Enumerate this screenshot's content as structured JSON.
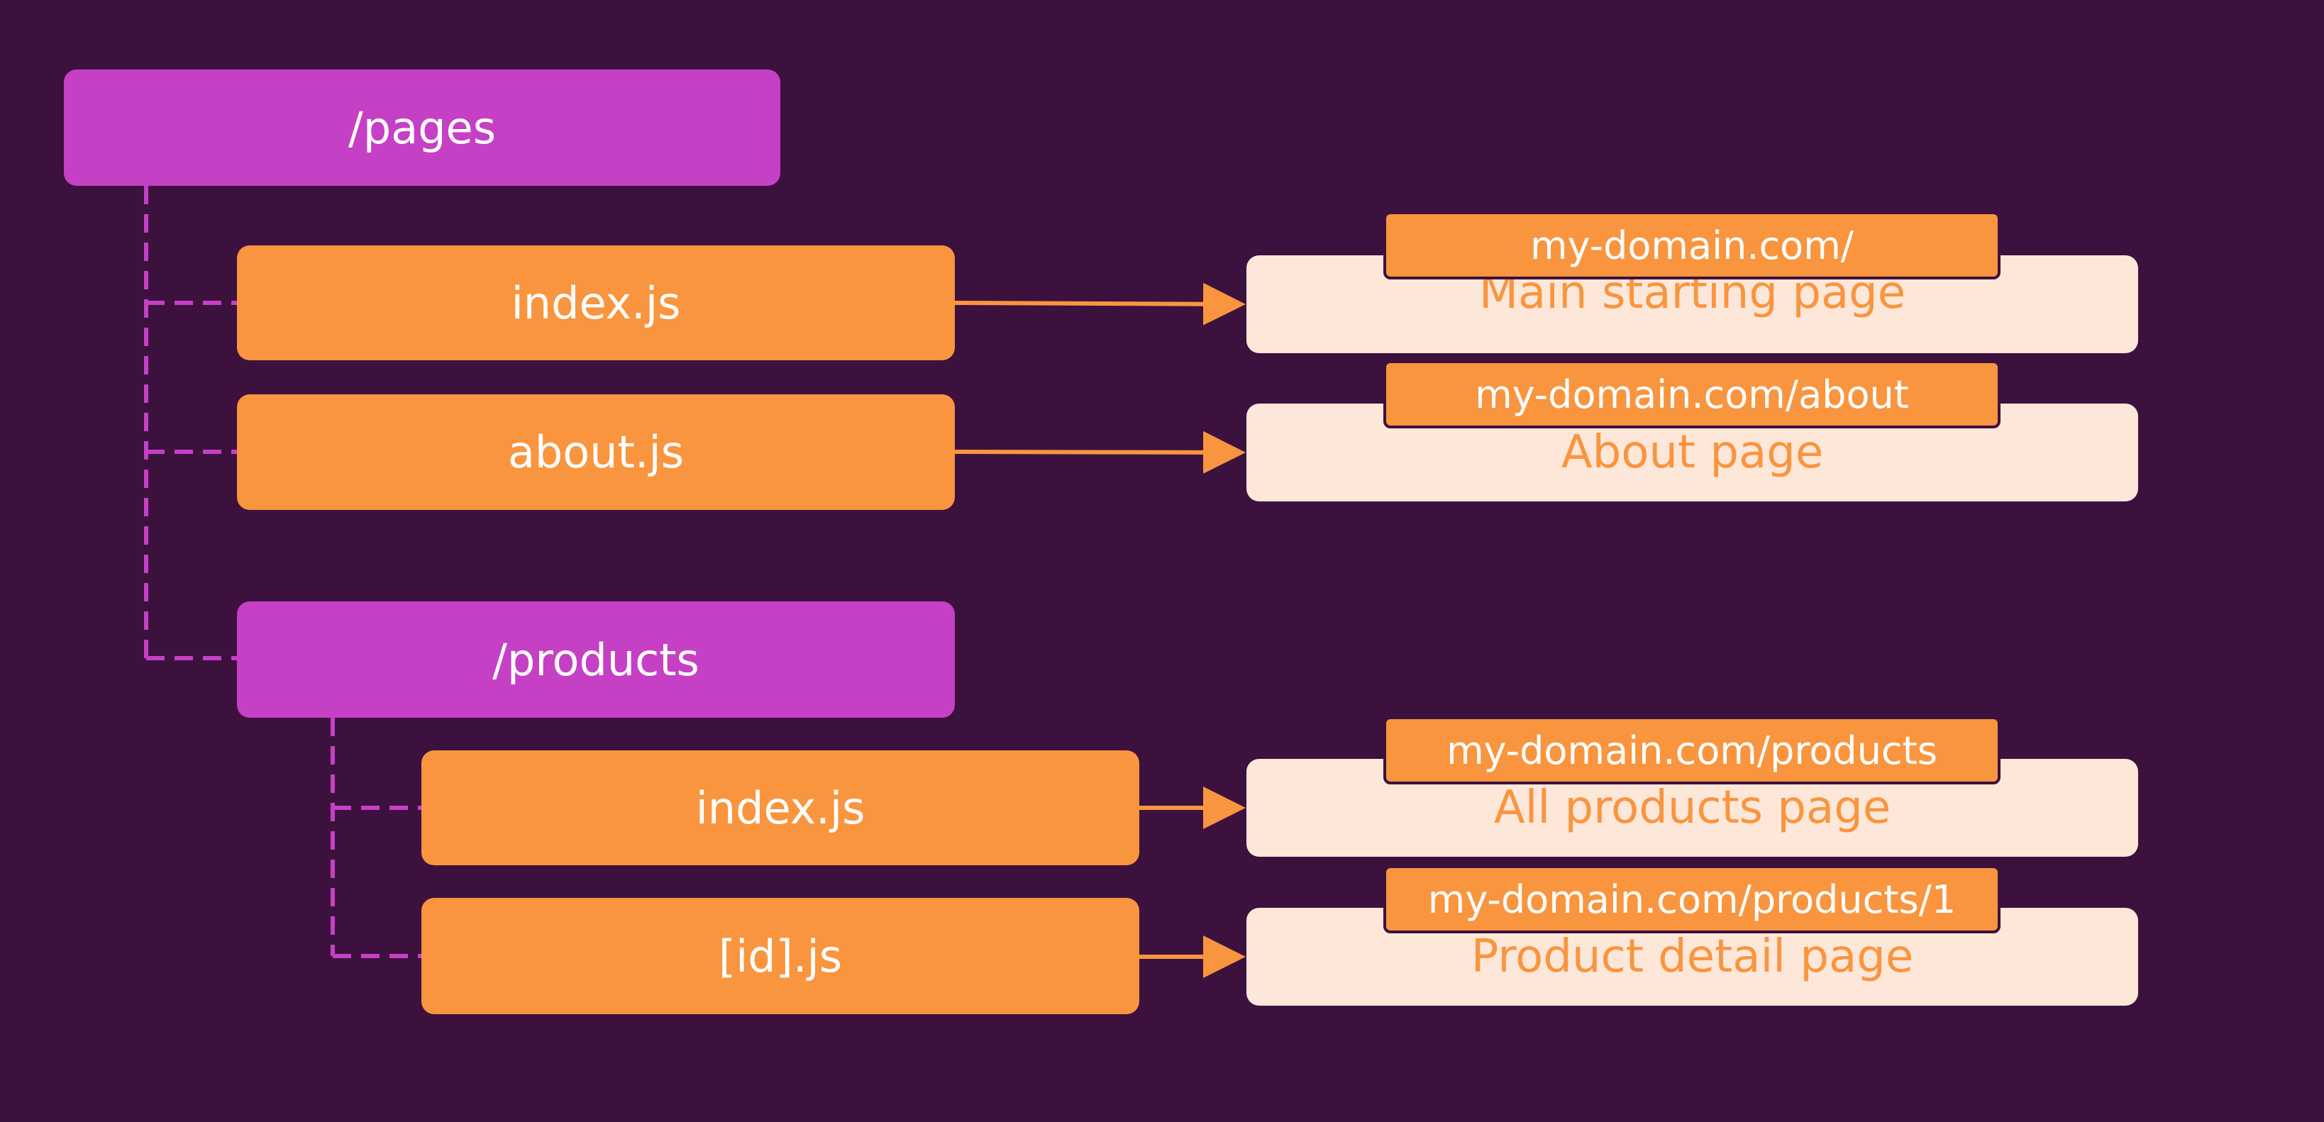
{
  "colors": {
    "background": "#3c113e",
    "folder": "#c640c6",
    "file": "#f9953f",
    "page_card": "#fde7d9",
    "connector_dashed": "#c640c6",
    "arrow": "#f9953f"
  },
  "tree": {
    "root_folder": "/pages",
    "files": [
      "index.js",
      "about.js"
    ],
    "sub_folder": "/products",
    "sub_files": [
      "index.js",
      "[id].js"
    ]
  },
  "routes": [
    {
      "url": "my-domain.com/",
      "description": "Main starting page"
    },
    {
      "url": "my-domain.com/about",
      "description": "About page"
    },
    {
      "url": "my-domain.com/products",
      "description": "All products page"
    },
    {
      "url": "my-domain.com/products/1",
      "description": "Product detail page"
    }
  ]
}
